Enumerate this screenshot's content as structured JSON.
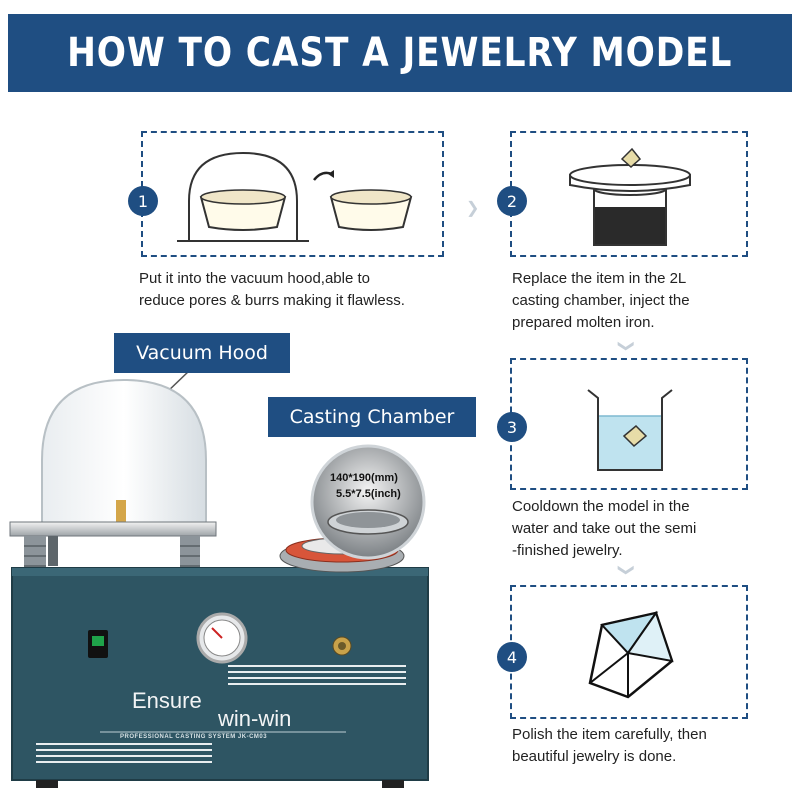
{
  "header": {
    "title": "HOW TO CAST A JEWELRY MODEL"
  },
  "steps": [
    {
      "number": "1",
      "text_line1": "Put it into the vacuum hood,able to",
      "text_line2": "reduce pores & burrs making it flawless."
    },
    {
      "number": "2",
      "text_line1": "Replace the item in the 2L",
      "text_line2": "casting chamber, inject the",
      "text_line3": "prepared molten iron."
    },
    {
      "number": "3",
      "text_line1": "Cooldown the model in the",
      "text_line2": "water and take out the semi",
      "text_line3": "-finished jewelry."
    },
    {
      "number": "4",
      "text_line1": "Polish the item carefully, then",
      "text_line2": "beautiful jewelry is done."
    }
  ],
  "labels": {
    "vacuum_hood": "Vacuum Hood",
    "casting_chamber": "Casting Chamber",
    "chamber_size_mm": "140*190(mm)",
    "chamber_size_inch": "5.5*7.5(inch)"
  },
  "machine": {
    "brand_line1": "Ensure",
    "brand_line2": "win-win",
    "model_text": "PROFESSIONAL CASTING SYSTEM JK-CM03"
  },
  "colors": {
    "brand_blue": "#1f4e82",
    "machine_teal": "#2e5563",
    "water": "#bfe3ef"
  },
  "icons": [
    "arrow-curve-icon",
    "chevron-right-icon",
    "chevron-down-icon"
  ]
}
